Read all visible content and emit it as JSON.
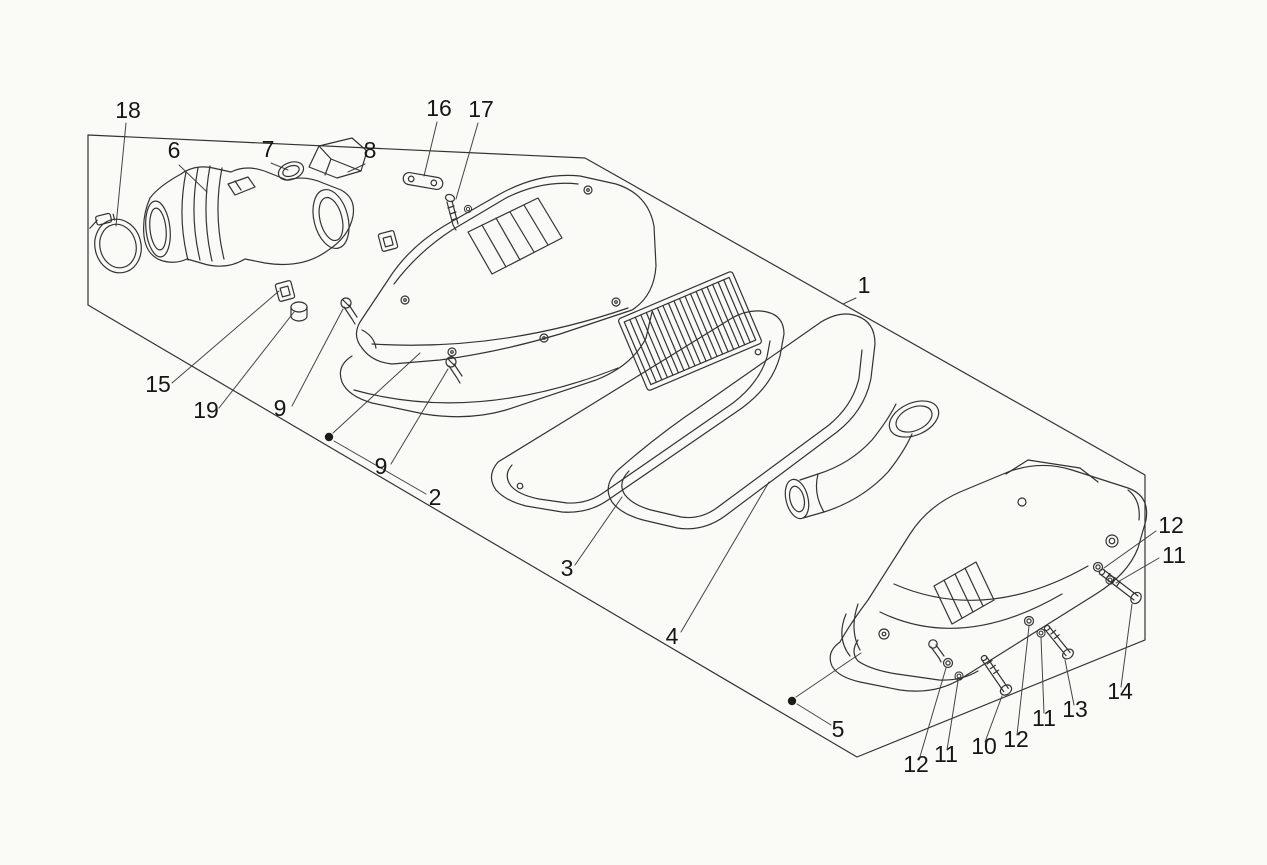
{
  "colors": {
    "background": "#fafaf7",
    "line": "#333333",
    "label": "#161616",
    "dot": "#1b1b1b"
  },
  "diagram": {
    "type": "exploded-parts-diagram",
    "callouts": [
      {
        "label": "18"
      },
      {
        "label": "6"
      },
      {
        "label": "7"
      },
      {
        "label": "8"
      },
      {
        "label": "16"
      },
      {
        "label": "17"
      },
      {
        "label": "1"
      },
      {
        "label": "15"
      },
      {
        "label": "19"
      },
      {
        "label": "9"
      },
      {
        "label": "9"
      },
      {
        "label": "2"
      },
      {
        "label": "3"
      },
      {
        "label": "4"
      },
      {
        "label": "12"
      },
      {
        "label": "11"
      },
      {
        "label": "5"
      },
      {
        "label": "12"
      },
      {
        "label": "11"
      },
      {
        "label": "10"
      },
      {
        "label": "12"
      },
      {
        "label": "11"
      },
      {
        "label": "13"
      },
      {
        "label": "14"
      }
    ]
  }
}
